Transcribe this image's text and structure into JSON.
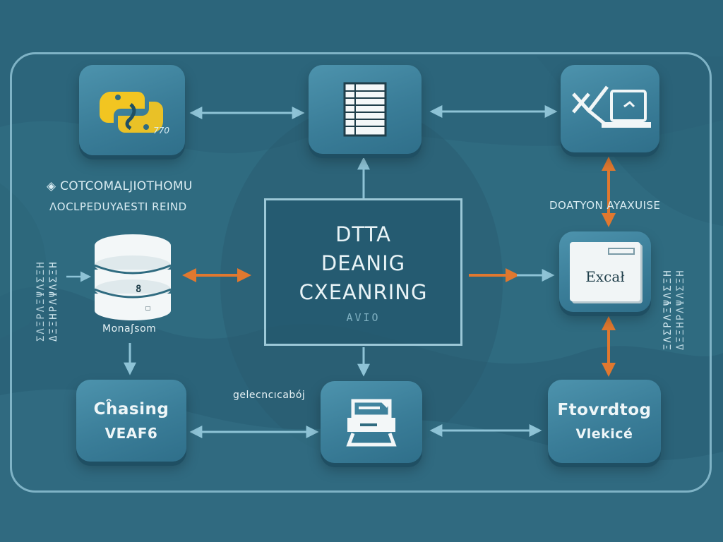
{
  "colors": {
    "background": "#2f6b80",
    "node": "#3f86a1",
    "frame": "#7fb3c6",
    "arrow_blue": "#8ec3d6",
    "arrow_orange": "#e0782f",
    "python_yellow": "#f2c521"
  },
  "center": {
    "title_lines": [
      "DTTA",
      "DEANIG",
      "CXEANRING"
    ],
    "sub": "AVIO"
  },
  "labels": {
    "left_top_1": "◈ COTCOMALJIOTHOMU",
    "left_top_2": "ΛOCLPEDUYAESTI REIND",
    "left_vertical_1": "ΔΞΞΗΡΛΨΛΣΞΗ",
    "left_vertical_2": "ΣΛΞΡΛΞΨΛΣΞΗ",
    "database_caption": "Monaʃsom",
    "database_icon_marks": [
      "8",
      "☐"
    ],
    "bottom_mid_caption": "gelecncıcabój",
    "right_top": "DOATYON AYAXUISE",
    "right_vertical_1": "ΞΛΣΡΛΞΨΛΣΞΗ",
    "right_vertical_2": "ΔΞΞΗΡΛΨΛΣΞΗ",
    "excel_doc": "Excał",
    "python_caption": "770"
  },
  "nodes": {
    "bottom_left": {
      "line1": "Cĥasing",
      "line2": "VEAF6"
    },
    "bottom_right": {
      "line1": "Ftovrdtog",
      "line2": "Vlekicé"
    }
  },
  "icons": {
    "top_left": "python-logo-icon",
    "top_mid": "spreadsheet-icon",
    "top_right": "laptop-chart-icon",
    "mid_left": "database-icon",
    "mid_right": "excel-document-icon",
    "bottom_mid": "data-transfer-icon"
  }
}
